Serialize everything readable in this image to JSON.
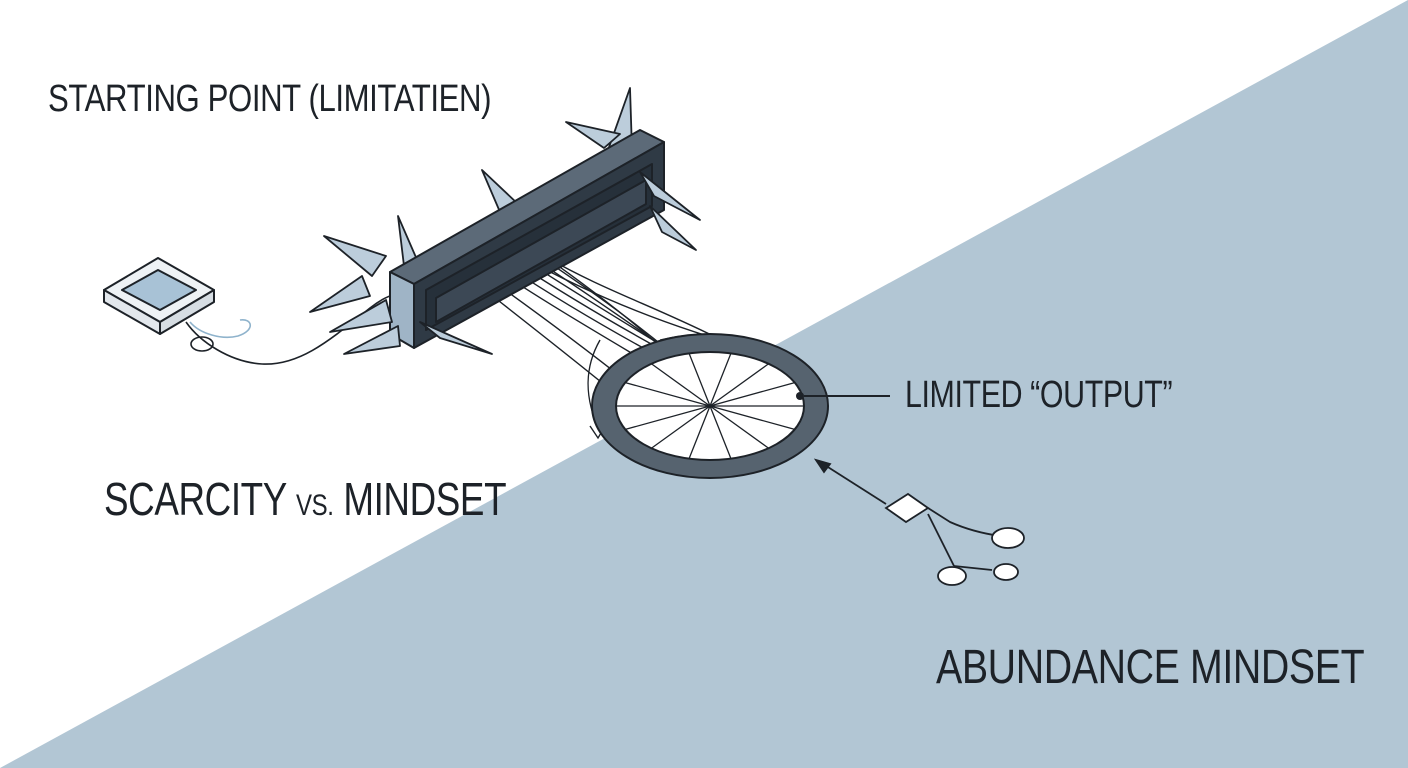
{
  "colors": {
    "background": "#ffffff",
    "abundance_region": "#b2c6d4",
    "ink": "#1d2228",
    "barrier_dark": "#2f3a45",
    "barrier_face": "#4c5966",
    "spike_fill": "#bccddb",
    "ring_fill": "#56636f",
    "device_fill": "#a8c2d6"
  },
  "labels": {
    "starting_point": "STARTING POINT (LIMITATIEN)",
    "scarcity": "SCARCITY",
    "vs": "VS.",
    "mindset": "MINDSET",
    "limited_output": "LIMITED “OUTPUT”",
    "abundance": "ABUNDANCE MINDSET"
  },
  "icons": {
    "barrier": "spiked-barrier-icon",
    "device": "input-device-icon",
    "ring": "output-ring-icon",
    "network": "branch-network-icon"
  }
}
